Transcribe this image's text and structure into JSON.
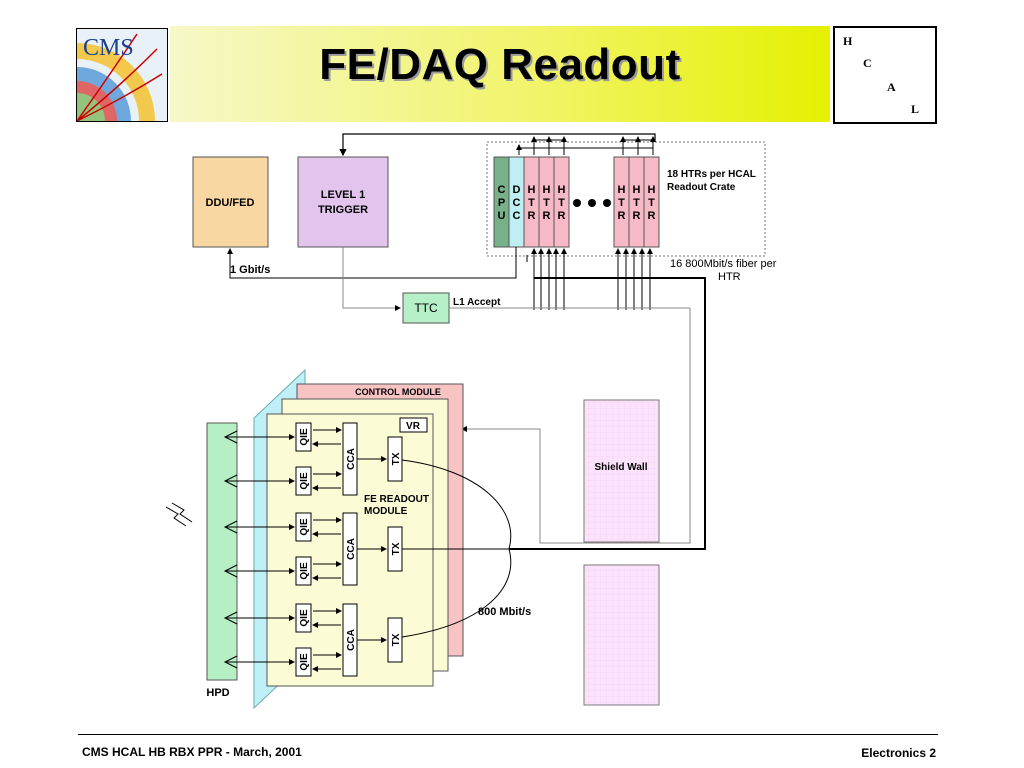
{
  "title": "FE/DAQ Readout",
  "logo_text": "CMS",
  "hcal_letters": [
    "H",
    "C",
    "A",
    "L"
  ],
  "blocks": {
    "ddu_fed": "DDU/FED",
    "level1_line1": "LEVEL 1",
    "level1_line2": "TRIGGER",
    "ttc": "TTC",
    "shield_wall": "Shield Wall",
    "control_module": "CONTROL MODULE",
    "vr": "VR",
    "fe_readout_line1": "FE READOUT",
    "fe_readout_line2": "MODULE",
    "hpd": "HPD",
    "qie": "QIE",
    "cca": "CCA",
    "tx": "TX"
  },
  "crate": {
    "cards": [
      {
        "letters": "CPU",
        "color": "#78b08a"
      },
      {
        "letters": "DCC",
        "color": "#bfeff2"
      },
      {
        "letters": "HTR",
        "color": "#f7b9c6"
      },
      {
        "letters": "HTR",
        "color": "#f7b9c6"
      },
      {
        "letters": "HTR",
        "color": "#f7b9c6"
      },
      {
        "letters": "HTR",
        "color": "#f7b9c6"
      },
      {
        "letters": "HTR",
        "color": "#f7b9c6"
      },
      {
        "letters": "HTR",
        "color": "#f7b9c6"
      }
    ],
    "note_line1": "18 HTRs per HCAL",
    "note_line2": "Readout  Crate"
  },
  "annotations": {
    "gbit": "1  Gbit/s",
    "fiber_line1": "16   800Mbit/s  fiber  per",
    "fiber_line2": "HTR",
    "l1_accept": "L1 Accept",
    "mbit": "800  Mbit/s"
  },
  "footer": {
    "left": "CMS HCAL HB RBX PPR - March, 2001",
    "right": "Electronics    2"
  },
  "colors": {
    "ddu_fill": "#f8d7a3",
    "level1_fill": "#e3c4ec",
    "ttc_fill": "#b6f0c8",
    "shield_fill": "#fbe3fb",
    "control_fill": "#f8c3c3",
    "fe_fill": "#fbfbd6",
    "blue_panel": "#c0f0f7",
    "hpd_fill": "#b6efc4"
  }
}
